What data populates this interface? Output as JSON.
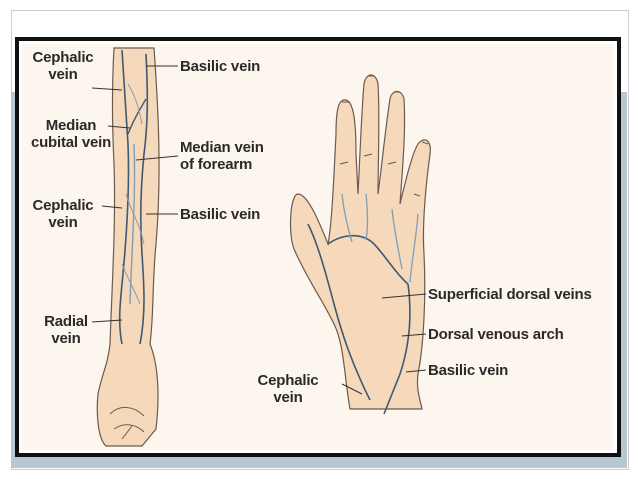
{
  "colors": {
    "skin": "#f6d8ba",
    "outline": "#6a5a50",
    "vein": "#7f9fb8",
    "vein_dark": "#3f5a72",
    "frame": "#111111",
    "band": "#b8c8d2"
  },
  "forearm_labels": {
    "cephalic_top_1": "Cephalic",
    "cephalic_top_2": "vein",
    "basilic_top": "Basilic vein",
    "median_cubital_1": "Median",
    "median_cubital_2": "cubital vein",
    "median_forearm_1": "Median vein",
    "median_forearm_2": "of forearm",
    "cephalic_mid_1": "Cephalic",
    "cephalic_mid_2": "vein",
    "basilic_mid": "Basilic vein",
    "radial_1": "Radial",
    "radial_2": "vein"
  },
  "hand_labels": {
    "superficial_dorsal": "Superficial dorsal veins",
    "dorsal_arch": "Dorsal venous arch",
    "basilic": "Basilic vein",
    "cephalic_1": "Cephalic",
    "cephalic_2": "vein"
  }
}
